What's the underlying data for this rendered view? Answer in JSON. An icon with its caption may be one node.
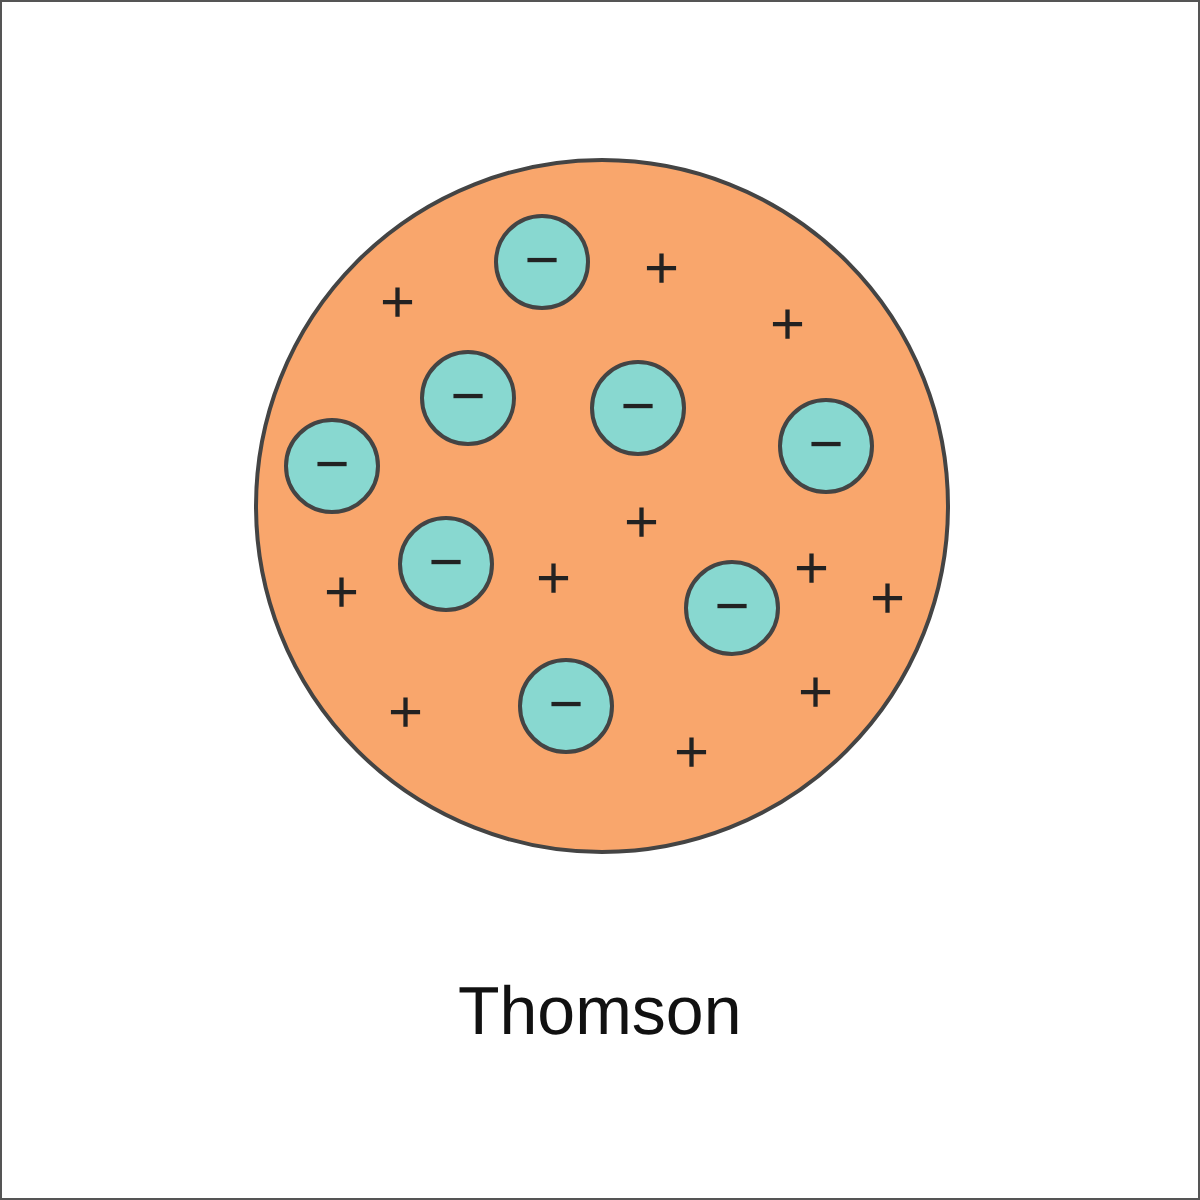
{
  "diagram": {
    "caption": "Thomson",
    "nodes": [
      {
        "text": [],
        "shape": "circle"
      },
      {
        "text": [
          "−"
        ],
        "in": 0
      },
      {
        "text": [
          "−"
        ],
        "in": 0
      },
      {
        "text": [
          "−"
        ],
        "in": 0
      },
      {
        "text": [
          "−"
        ],
        "in": 0
      },
      {
        "text": [
          "−"
        ],
        "in": 0
      },
      {
        "text": [
          "−"
        ],
        "in": 0
      },
      {
        "text": [
          "−"
        ],
        "in": 0
      },
      {
        "text": [
          "−"
        ],
        "in": 0
      }
    ],
    "labels": [
      "+",
      "+",
      "+",
      "+",
      "+",
      "+",
      "+",
      "+",
      "+",
      "+",
      "+"
    ]
  }
}
